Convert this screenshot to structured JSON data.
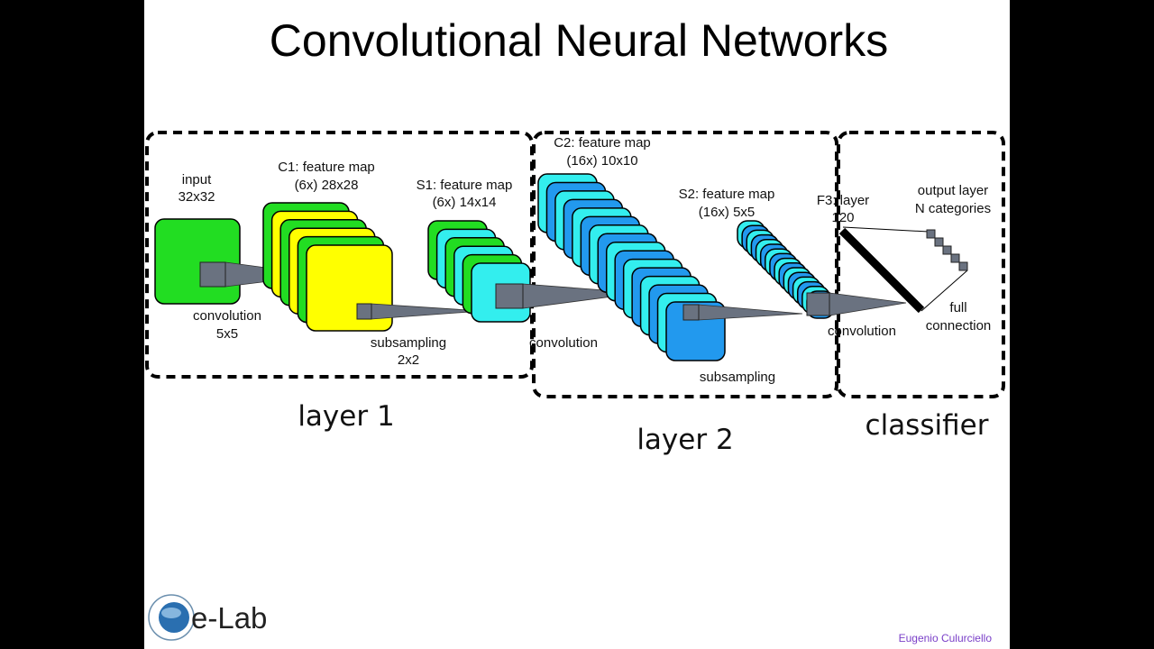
{
  "slide": {
    "title": "Convolutional Neural Networks",
    "logo_text": "e-Lab",
    "author": "Eugenio Culurciello",
    "author_color": "#7a3fc8"
  },
  "diagram": {
    "sections": [
      {
        "label": "layer 1"
      },
      {
        "label": "layer 2"
      },
      {
        "label": "classifier"
      }
    ],
    "labels": {
      "input_1": "input",
      "input_2": "32x32",
      "c1_1": "C1: feature map",
      "c1_2": "(6x) 28x28",
      "s1_1": "S1: feature map",
      "s1_2": "(6x) 14x14",
      "conv1_1": "convolution",
      "conv1_2": "5x5",
      "sub1_1": "subsampling",
      "sub1_2": "2x2",
      "c2_1": "C2: feature map",
      "c2_2": "(16x) 10x10",
      "conv2": "convolution",
      "s2_1": "S2: feature map",
      "s2_2": "(16x) 5x5",
      "sub2": "subsampling",
      "f3_1": "F3: layer",
      "f3_2": "120",
      "out_1": "output layer",
      "out_2": "N categories",
      "conv3": "convolution",
      "full_1": "full",
      "full_2": "connection"
    },
    "colors": {
      "green": "#22dd22",
      "yellow": "#ffff00",
      "cyan": "#33eeee",
      "blue": "#2299ee",
      "kernel": "#6a7280"
    }
  }
}
